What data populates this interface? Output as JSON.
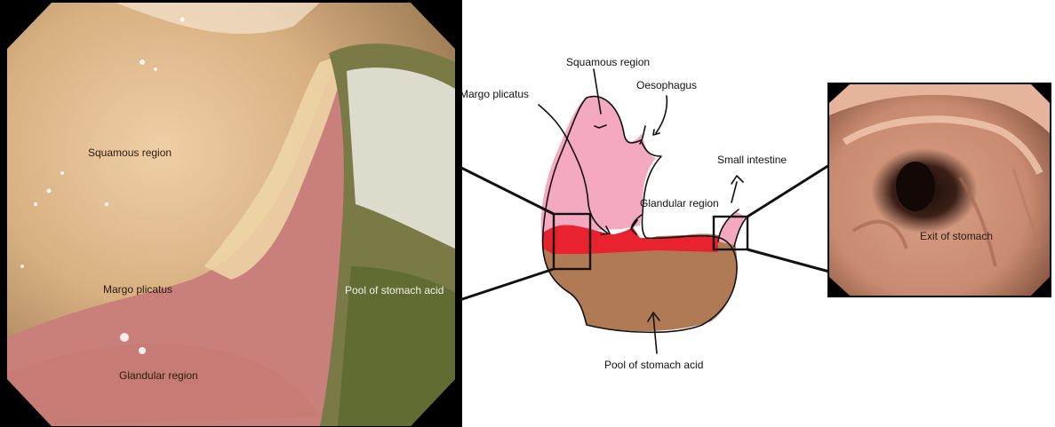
{
  "left_photo": {
    "labels": {
      "squamous": "Squamous region",
      "margo": "Margo plicatus",
      "pool": "Pool of stomach acid",
      "glandular": "Glandular region"
    }
  },
  "diagram": {
    "labels": {
      "squamous": "Squamous region",
      "oesophagus": "Oesophagus",
      "margo": "Margo plicatus",
      "small_intestine": "Small intestine",
      "glandular": "Glandular region",
      "pool": "Pool of stomach acid"
    },
    "colors": {
      "squamous": "#f4a9c0",
      "glandular": "#e8222e",
      "acid": "#b07a55"
    }
  },
  "right_photo": {
    "labels": {
      "exit": "Exit of stomach"
    }
  }
}
